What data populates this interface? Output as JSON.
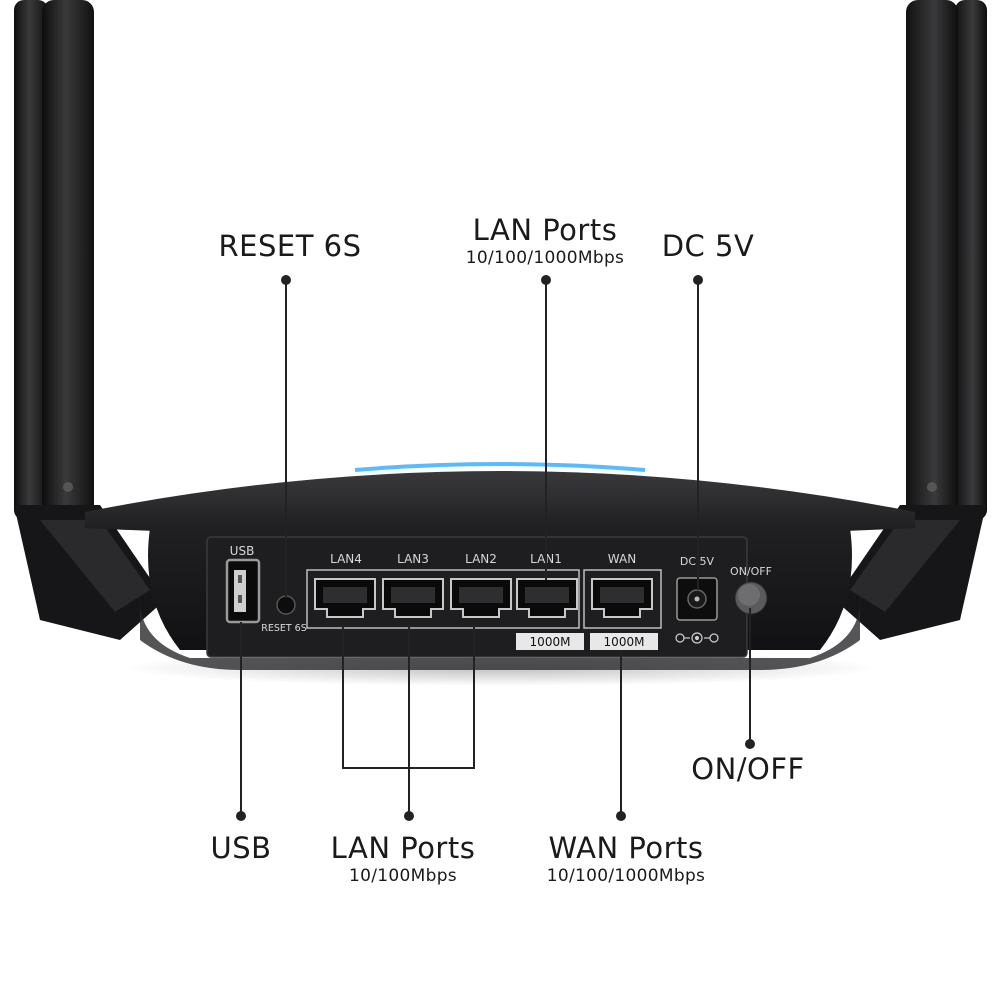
{
  "callouts": {
    "reset": {
      "title": "RESET 6S"
    },
    "lan_top": {
      "title": "LAN Ports",
      "sub": "10/100/1000Mbps"
    },
    "dc": {
      "title": "DC 5V"
    },
    "onoff": {
      "title": "ON/OFF"
    },
    "usb": {
      "title": "USB"
    },
    "lan_bottom": {
      "title": "LAN Ports",
      "sub": "10/100Mbps"
    },
    "wan": {
      "title": "WAN Ports",
      "sub": "10/100/1000Mbps"
    }
  },
  "panel": {
    "usb": "USB",
    "reset": "RESET 6S",
    "lan4": "LAN4",
    "lan3": "LAN3",
    "lan2": "LAN2",
    "lan1": "LAN1",
    "wan": "WAN",
    "dc": "DC 5V",
    "onoff": "ON/OFF",
    "badge_lan1": "1000M",
    "badge_wan": "1000M"
  },
  "colors": {
    "body": "#1c1c1e",
    "panel": "#2a2a2c",
    "glow": "#3ab0ff",
    "line": "#222222"
  }
}
